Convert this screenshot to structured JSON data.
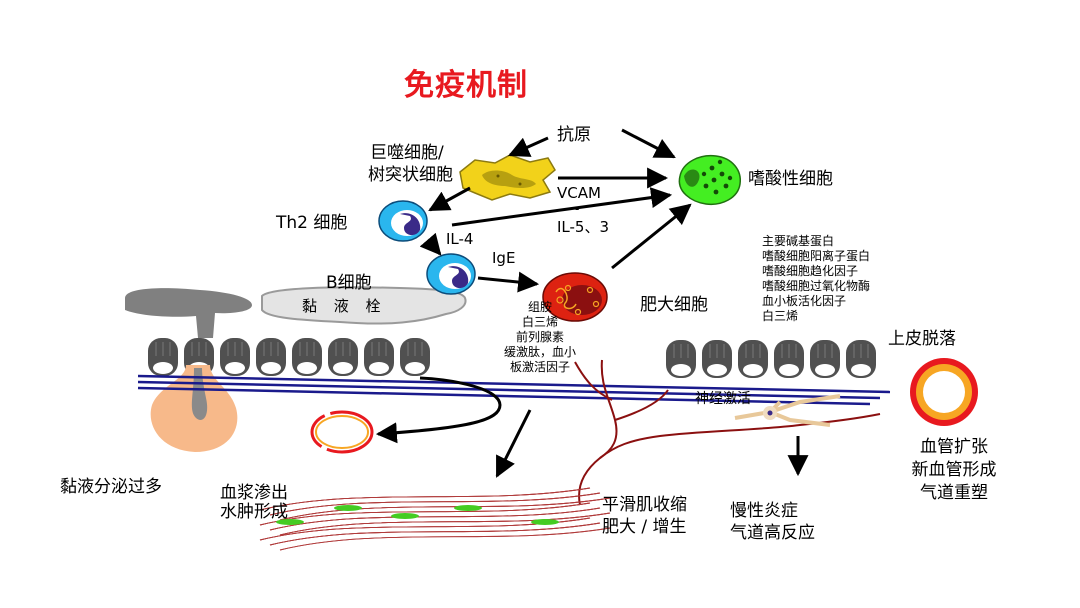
{
  "title": "免疫机制",
  "labels": {
    "antigen": "抗原",
    "macrophage_line1": "巨噬细胞/",
    "macrophage_line2": "树突状细胞",
    "th2": "Th2 细胞",
    "b_cell": "B细胞",
    "mucus_plug": "黏 液 栓",
    "eosinophil": "嗜酸性细胞",
    "vcam": "VCAM",
    "il5_3": "IL-5、3",
    "il4": "IL-4",
    "ige": "IgE",
    "mast_cell": "肥大细胞",
    "epithelial_shedding": "上皮脱落",
    "neural_activation": "神经激活",
    "mucus_hypersecretion": "黏液分泌过多",
    "plasma_line1": "血浆渗出",
    "plasma_line2": "水肿形成",
    "smooth_line1": "平滑肌收缩",
    "smooth_line2": "肥大 / 增生",
    "chronic_line1": "慢性炎症",
    "chronic_line2": "气道高反应",
    "vascular_line1": "血管扩张",
    "vascular_line2": "新血管形成",
    "vascular_line3": "气道重塑"
  },
  "mediators_mast": [
    "组胺",
    "白三烯",
    "前列腺素",
    "缓激肽，血小",
    "板激活因子"
  ],
  "mediators_eos": [
    "主要碱基蛋白",
    "嗜酸细胞阳离子蛋白",
    "嗜酸细胞趋化因子",
    "嗜酸细胞过氧化物酶",
    "血小板活化因子",
    "白三烯"
  ],
  "colors": {
    "title": "#e8191f",
    "eosinophil": "#44ee22",
    "macrophage": "#f2d21a",
    "th2": "#2ab6ee",
    "mast": "#dd2211",
    "vessel": "#1a1a8c",
    "nerve": "#8b1010",
    "gland": "#f7b98a"
  },
  "icons": [
    "macrophage-cell-icon",
    "th2-cell-icon",
    "b-cell-icon",
    "eosinophil-cell-icon",
    "mast-cell-icon",
    "vessel-ring-icon",
    "neuron-icon",
    "goblet-gland-icon"
  ]
}
